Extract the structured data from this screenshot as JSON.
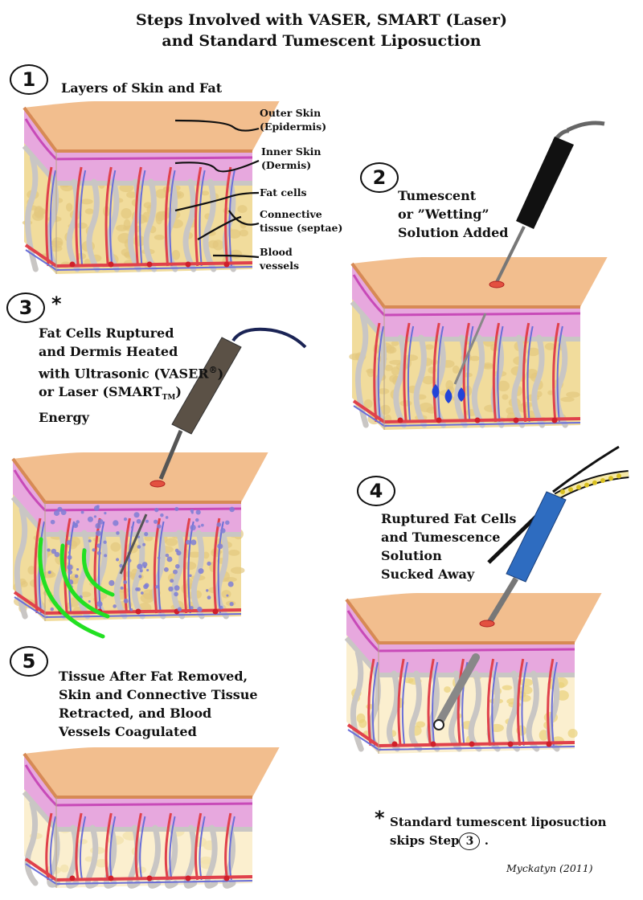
{
  "title_line1": "Steps Involved with VASER, SMART (Laser)",
  "title_line2": "and Standard Tumescent  Liposuction",
  "steps": [
    {
      "number": "1",
      "lines": [
        "Layers of Skin and Fat"
      ]
    },
    {
      "number": "2",
      "lines": [
        "Tumescent",
        "or ”Wetting”",
        "Solution Added"
      ]
    },
    {
      "number": "3",
      "lines": [
        "Fat Cells Ruptured",
        "and Dermis Heated",
        "with Ultrasonic (VASER",
        "or Laser (SMART",
        "Energy"
      ],
      "vaser_mark": "®",
      "smart_mark": "TM",
      "close_paren": ")",
      "asterisk": "*"
    },
    {
      "number": "4",
      "lines": [
        "Ruptured Fat Cells",
        "and Tumescence",
        "Solution",
        "Sucked Away"
      ]
    },
    {
      "number": "5",
      "lines": [
        "Tissue After Fat Removed,",
        "Skin and Connective Tissue",
        "Retracted, and Blood",
        "Vessels Coagulated"
      ]
    }
  ],
  "layer_labels": [
    "Outer Skin",
    "(Epidermis)",
    "Inner Skin",
    "(Dermis)",
    "Fat cells",
    "Connective",
    "tissue (septae)",
    "Blood",
    "vessels"
  ],
  "footnote": {
    "asterisk": "*",
    "line1": "Standard tumescent liposuction",
    "line2_prefix": "skips Step",
    "step_ref": "3",
    "line2_suffix": "."
  },
  "credit": "Myckatyn (2011)",
  "colors": {
    "skin_top": "#F2BE8E",
    "skin_side": "#D78A55",
    "dermis": "#E7A8DE",
    "dermis_line": "#C84AB8",
    "fat": "#F1DC9C",
    "fat_spot": "#E3C77F",
    "fat_cleared": "#FBEFCF",
    "septae": "#C9C6C4",
    "vessel_red": "#E0414B",
    "vessel_blue": "#6A6FD8",
    "fluid": "#2244D8",
    "energy": "#22E022",
    "probe_gray": "#5B5146",
    "cannula_blue": "#2E6CC0"
  }
}
